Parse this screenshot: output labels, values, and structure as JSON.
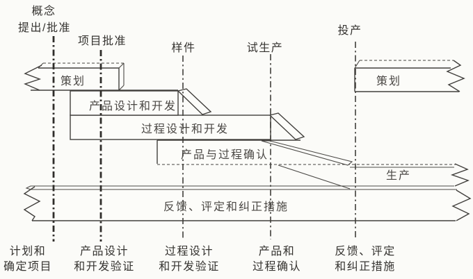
{
  "diagram_title": "APQP product quality planning timing chart",
  "colors": {
    "background": "#fbfbf8",
    "line_ink": "#413f3c",
    "text_ink": "#353330",
    "milestone_line": "#2f2d2a"
  },
  "top_milestones": [
    {
      "id": "concept-approval",
      "lines": [
        "概念",
        "提出/批准"
      ]
    },
    {
      "id": "program-approval",
      "lines": [
        "项目批准"
      ]
    },
    {
      "id": "prototype",
      "lines": [
        "样件"
      ]
    },
    {
      "id": "pilot-production",
      "lines": [
        "试生产"
      ]
    },
    {
      "id": "launch",
      "lines": [
        "投产"
      ]
    }
  ],
  "bars": {
    "planning_left": "策划",
    "product_design": "产品设计和开发",
    "process_design": "过程设计和开发",
    "validation": "产品与过程确认",
    "production": "生产",
    "feedback": "反馈、评定和纠正措施",
    "planning_right": "策划"
  },
  "bottom_phases": [
    {
      "id": "plan-define",
      "lines": [
        "计划和",
        "确定项目"
      ]
    },
    {
      "id": "product-design-verify",
      "lines": [
        "产品设计",
        "和开发验证"
      ]
    },
    {
      "id": "process-design-verify",
      "lines": [
        "过程设计",
        "和开发验证"
      ]
    },
    {
      "id": "product-process-validation",
      "lines": [
        "产品和",
        "过程确认"
      ]
    },
    {
      "id": "feedback-corrective",
      "lines": [
        "反馈、评定",
        "和纠正措施"
      ]
    }
  ]
}
